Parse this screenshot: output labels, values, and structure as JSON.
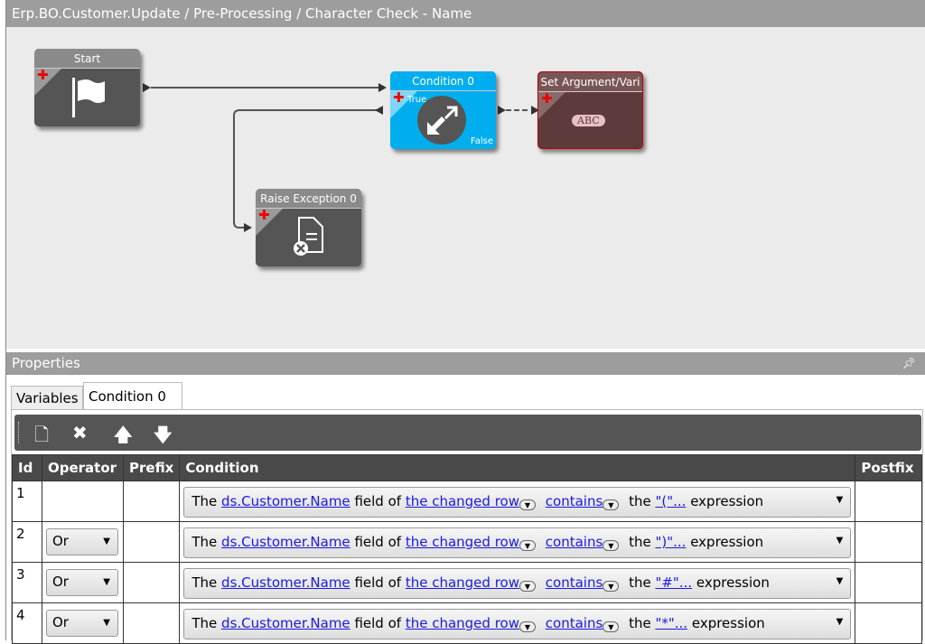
{
  "title": "Erp.BO.Customer.Update / Pre-Processing / Character Check - Name",
  "nodes": {
    "start": "Start",
    "condition": "Condition 0",
    "condition_true": "True",
    "condition_false": "False",
    "set_arg": "Set Argument/Vari",
    "set_arg_badge": "ABC",
    "raise": "Raise Exception 0"
  },
  "properties": {
    "title": "Properties",
    "pin": "ꟷ",
    "tabs": [
      "Variables",
      "Condition 0"
    ]
  },
  "table": {
    "headers": [
      "Id",
      "Operator",
      "Prefix",
      "Condition",
      "Postfix"
    ],
    "rows": [
      {
        "id": "1",
        "operator": "",
        "prefix": "",
        "the": "The",
        "field": "ds.Customer.Name",
        "field_of": "field of",
        "row": "the changed row",
        "op": "contains",
        "the2": "the",
        "value": "\"(\"...",
        "expr": "expression",
        "postfix": ""
      },
      {
        "id": "2",
        "operator": "Or",
        "prefix": "",
        "the": "The",
        "field": "ds.Customer.Name",
        "field_of": "field of",
        "row": "the changed row",
        "op": "contains",
        "the2": "the",
        "value": "\")\"...",
        "expr": "expression",
        "postfix": ""
      },
      {
        "id": "3",
        "operator": "Or",
        "prefix": "",
        "the": "The",
        "field": "ds.Customer.Name",
        "field_of": "field of",
        "row": "the changed row",
        "op": "contains",
        "the2": "the",
        "value": "\"#\"...",
        "expr": "expression",
        "postfix": ""
      },
      {
        "id": "4",
        "operator": "Or",
        "prefix": "",
        "the": "The",
        "field": "ds.Customer.Name",
        "field_of": "field of",
        "row": "the changed row",
        "op": "contains",
        "the2": "the",
        "value": "\"*\"...",
        "expr": "expression",
        "postfix": ""
      }
    ]
  }
}
